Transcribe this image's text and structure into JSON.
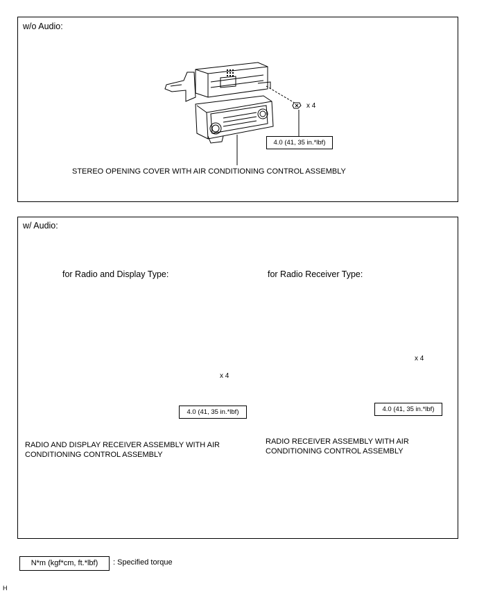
{
  "panel_top": {
    "title": "w/o Audio:",
    "qty": "x 4",
    "torque": "4.0 (41, 35 in.*lbf)",
    "part_label": "STEREO OPENING COVER WITH AIR CONDITIONING CONTROL ASSEMBLY"
  },
  "panel_bottom": {
    "title": "w/ Audio:",
    "left": {
      "subtitle": "for Radio and Display Type:",
      "qty": "x 4",
      "torque": "4.0 (41, 35 in.*lbf)",
      "part_label": "RADIO AND DISPLAY RECEIVER ASSEMBLY WITH AIR CONDITIONING CONTROL ASSEMBLY"
    },
    "right": {
      "subtitle": "for Radio Receiver Type:",
      "qty": "x 4",
      "torque": "4.0 (41, 35 in.*lbf)",
      "part_label": "RADIO RECEIVER ASSEMBLY WITH AIR CONDITIONING CONTROL ASSEMBLY"
    }
  },
  "legend": {
    "unit_box": "N*m (kgf*cm, ft.*lbf)",
    "description": ": Specified torque"
  },
  "footer_code": "H"
}
